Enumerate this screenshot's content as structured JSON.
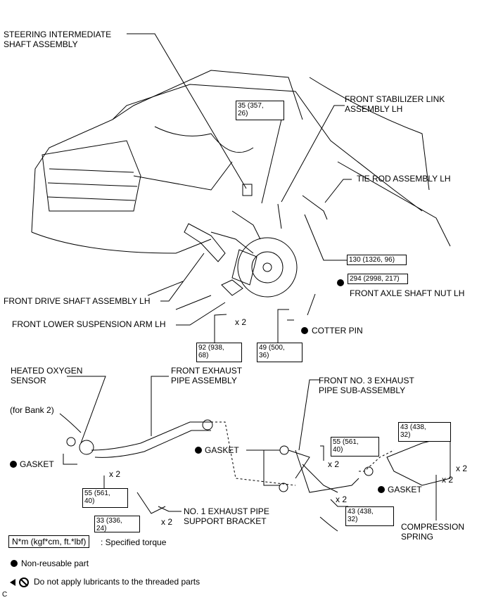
{
  "labels": {
    "steering": "STEERING INTERMEDIATE\nSHAFT ASSEMBLY",
    "stabilizer": "FRONT STABILIZER LINK\nASSEMBLY LH",
    "tie_rod": "TIE ROD ASSEMBLY LH",
    "drive_shaft": "FRONT DRIVE SHAFT ASSEMBLY LH",
    "axle_nut": "FRONT AXLE SHAFT NUT LH",
    "lower_arm": "FRONT LOWER SUSPENSION ARM LH",
    "cotter_pin": "COTTER PIN",
    "o2_sensor": "HEATED OXYGEN\nSENSOR",
    "bank": "(for Bank 2)",
    "exhaust_pipe": "FRONT EXHAUST\nPIPE ASSEMBLY",
    "no3_pipe": "FRONT NO. 3 EXHAUST\nPIPE SUB-ASSEMBLY",
    "gasket_left": "GASKET",
    "gasket_mid": "GASKET",
    "gasket_right": "GASKET",
    "bracket": "NO. 1 EXHAUST PIPE\nSUPPORT BRACKET",
    "spring": "COMPRESSION\nSPRING",
    "corner": "C"
  },
  "torques": {
    "t_stab": "35 (357,\n26)",
    "t_tierod": "130 (1326, 96)",
    "t_axle": "294 (2998, 217)",
    "t_arm": "92 (938,\n68)",
    "t_cotter": "49 (500,\n36)",
    "t_ex_left": "55 (561,\n40)",
    "t_bracket": "33 (336,\n24)",
    "t_no3_top": "55 (561,\n40)",
    "t_no3_bot": "43 (438,\n32)",
    "t_right": "43 (438,\n32)"
  },
  "multipliers": {
    "m_arm": "x 2",
    "m_ex": "x 2",
    "m_bracket": "x 2",
    "m_no3_top": "x 2",
    "m_no3_bot": "x 2",
    "m_right_top": "x 2",
    "m_right_bot": "x 2"
  },
  "legend": {
    "torque_unit": "N*m (kgf*cm, ft.*lbf)",
    "torque_text": ": Specified torque",
    "nonreusable": "Non-reusable part",
    "no_lube": "Do not apply lubricants to the threaded parts"
  }
}
